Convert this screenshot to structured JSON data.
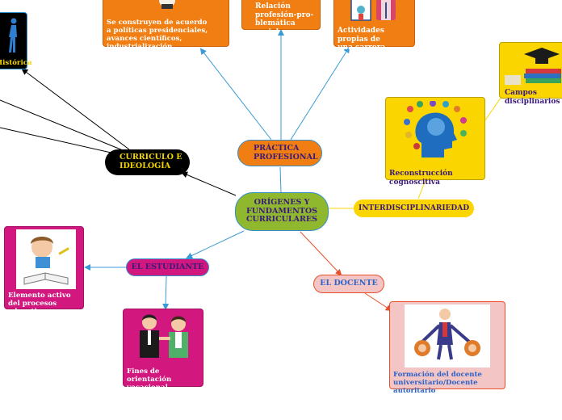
{
  "central": {
    "label": "ORÍGENES Y\nFUNDAMENTOS\nCURRICULARES"
  },
  "branches": {
    "practica": "PRÁCTICA\nPROFESIONAL",
    "curriculo": "CURRICULO E\nIDEOLOGÍA",
    "inter": "INTERDISCIPLINARIEDAD",
    "estudiante": "EL ESTUDIANTE",
    "docente": "EL DOCENTE"
  },
  "cards": {
    "politicas": "Se construyen de acuerdo\na políticas presidenciales,\navances científicos, industrialización",
    "relacion": "Relación\nprofesión-pro-\nblemática social",
    "actividades": "Actividades propias de\nuna carrera.",
    "historica": "Histórica",
    "reconstruccion": "Reconstrucción cognoscitiva",
    "campos": "Campos disciplinarios",
    "elemento": "Elemento activo\ndel procesos educativo",
    "fines": "Fines de\norientación vocacional",
    "formacion": "Formación del docente\nuniversitario/Docente autoritario"
  },
  "colors": {
    "central": "#8fb82e",
    "practica": "#f07e12",
    "curriculo": "#000000",
    "inter": "#fbd500",
    "estudiante": "#d2177f",
    "docente": "#f4c5c5",
    "blue_link": "#3a9ad6",
    "red_link": "#e8502a"
  }
}
